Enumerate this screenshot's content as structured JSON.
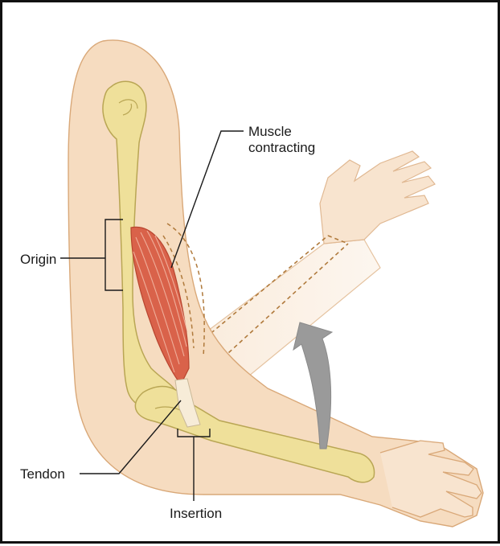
{
  "labels": {
    "muscle_line1": "Muscle",
    "muscle_line2": "contracting",
    "origin": "Origin",
    "tendon": "Tendon",
    "insertion": "Insertion"
  },
  "colors": {
    "skin": "#f6dcc0",
    "skin_outline": "#d9a878",
    "bone": "#efe09a",
    "bone_outline": "#b9a654",
    "muscle": "#d9624a",
    "muscle_stripe": "#f2b6a2",
    "tendon": "#f7ecd8",
    "arrow": "#9a9a9a",
    "guide_dash": "#b07a3c",
    "leader": "#1a1a1a"
  }
}
